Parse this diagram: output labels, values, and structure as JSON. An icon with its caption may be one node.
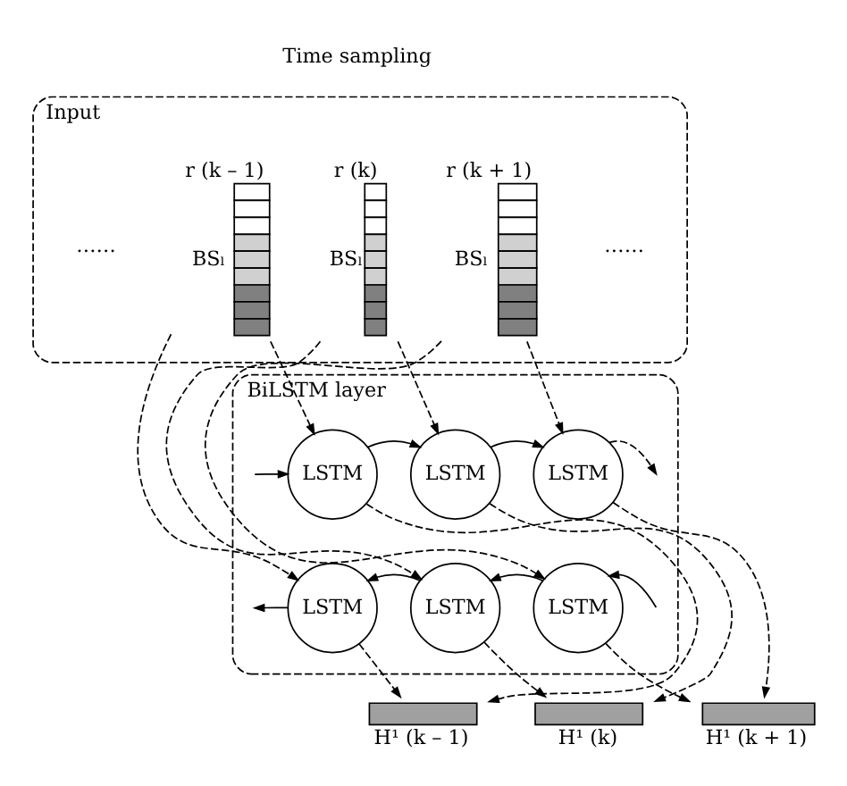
{
  "diagram": {
    "nodes": [
      {
        "text": [
          "Input"
        ]
      },
      {
        "text": [
          "r (k – 1)",
          "BSₗ"
        ],
        "in": 0
      },
      {
        "text": [
          "r (k)",
          "BSₗ"
        ],
        "in": 0
      },
      {
        "text": [
          "r (k + 1)",
          "BSₗ"
        ],
        "in": 0
      },
      {
        "text": [
          "BiLSTM layer"
        ]
      },
      {
        "text": [
          "LSTM"
        ],
        "in": 4
      },
      {
        "text": [
          "LSTM"
        ],
        "in": 4
      },
      {
        "text": [
          "LSTM"
        ],
        "in": 4
      },
      {
        "text": [
          "LSTM"
        ],
        "in": 4
      },
      {
        "text": [
          "LSTM"
        ],
        "in": 4
      },
      {
        "text": [
          "LSTM"
        ],
        "in": 4
      },
      {
        "text": [
          "H¹ (k – 1)"
        ]
      },
      {
        "text": [
          "H¹ (k)"
        ]
      },
      {
        "text": [
          "H¹ (k + 1)"
        ]
      }
    ],
    "edges": [
      {
        "from": 1,
        "to": 5,
        "arrow": "to",
        "style": "dashed"
      },
      {
        "from": 1,
        "to": 8,
        "arrow": "to",
        "style": "dashed"
      },
      {
        "from": 2,
        "to": 6,
        "arrow": "to",
        "style": "dashed"
      },
      {
        "from": 2,
        "to": 9,
        "arrow": "to",
        "style": "dashed"
      },
      {
        "from": 3,
        "to": 7,
        "arrow": "to",
        "style": "dashed"
      },
      {
        "from": 3,
        "to": 10,
        "arrow": "to",
        "style": "dashed"
      },
      {
        "from": null,
        "to": 5,
        "arrow": "to"
      },
      {
        "from": 5,
        "to": 6,
        "arrow": "to"
      },
      {
        "from": 6,
        "to": 7,
        "arrow": "to"
      },
      {
        "from": 7,
        "to": null,
        "arrow": "to",
        "style": "dashed"
      },
      {
        "from": null,
        "to": 10,
        "arrow": "to"
      },
      {
        "from": 10,
        "to": 9,
        "arrow": "to"
      },
      {
        "from": 9,
        "to": 8,
        "arrow": "to"
      },
      {
        "from": 8,
        "to": null,
        "arrow": "to"
      },
      {
        "from": 5,
        "to": 11,
        "arrow": "to",
        "style": "dashed"
      },
      {
        "from": 8,
        "to": 11,
        "arrow": "to",
        "style": "dashed"
      },
      {
        "from": 6,
        "to": 12,
        "arrow": "to",
        "style": "dashed"
      },
      {
        "from": 9,
        "to": 12,
        "arrow": "to",
        "style": "dashed"
      },
      {
        "from": 7,
        "to": 13,
        "arrow": "to",
        "style": "dashed"
      },
      {
        "from": 10,
        "to": 13,
        "arrow": "to",
        "style": "dashed"
      }
    ],
    "labels": [
      "Time sampling",
      "……",
      "……"
    ]
  }
}
